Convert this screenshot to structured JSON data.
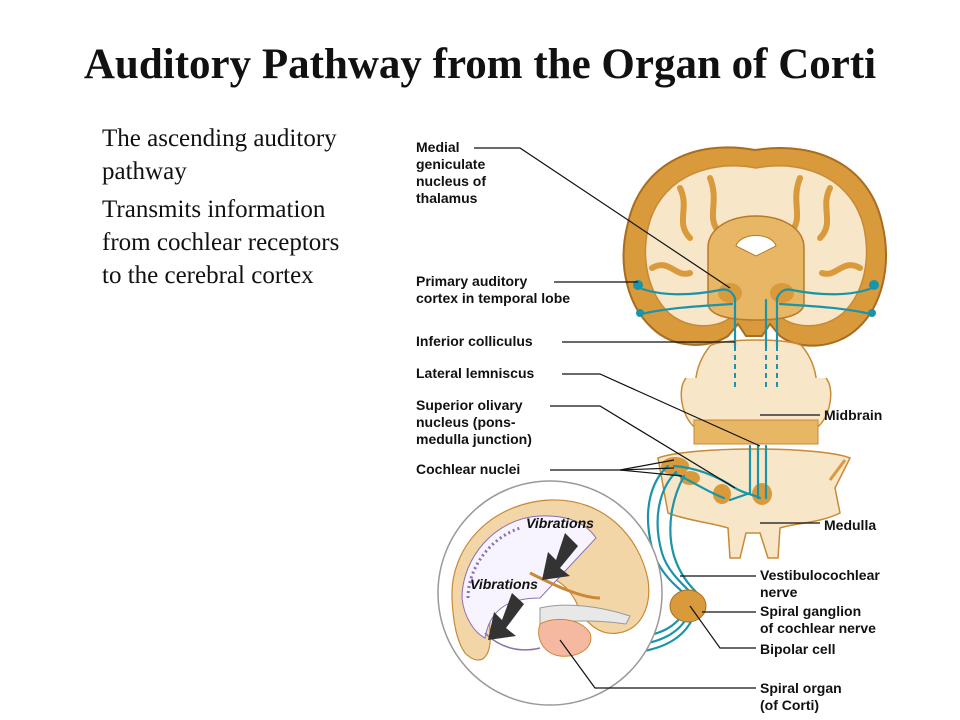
{
  "title": "Auditory Pathway from the Organ of Corti",
  "bullets": [
    "The ascending auditory pathway",
    "Transmits information from cochlear receptors to the cerebral cortex"
  ],
  "labels": {
    "medial_geniculate": [
      "Medial",
      "geniculate",
      "nucleus of",
      "thalamus"
    ],
    "primary_auditory": [
      "Primary auditory",
      "cortex in temporal lobe"
    ],
    "inferior_colliculus": "Inferior colliculus",
    "lateral_lemniscus": "Lateral lemniscus",
    "superior_olivary": [
      "Superior olivary",
      "nucleus (pons-",
      "medulla junction)"
    ],
    "cochlear_nuclei": "Cochlear nuclei",
    "midbrain": "Midbrain",
    "medulla": "Medulla",
    "vestibulocochlear": [
      "Vestibulocochlear",
      "nerve"
    ],
    "spiral_ganglion": [
      "Spiral ganglion",
      "of cochlear nerve"
    ],
    "bipolar_cell": "Bipolar cell",
    "spiral_organ": [
      "Spiral organ",
      "(of Corti)"
    ],
    "vibrations_1": "Vibrations",
    "vibrations_2": "Vibrations"
  },
  "colors": {
    "brain_tissue": "#d99a3c",
    "brain_inner": "#f7e6c8",
    "pathway": "#1a94a8"
  }
}
